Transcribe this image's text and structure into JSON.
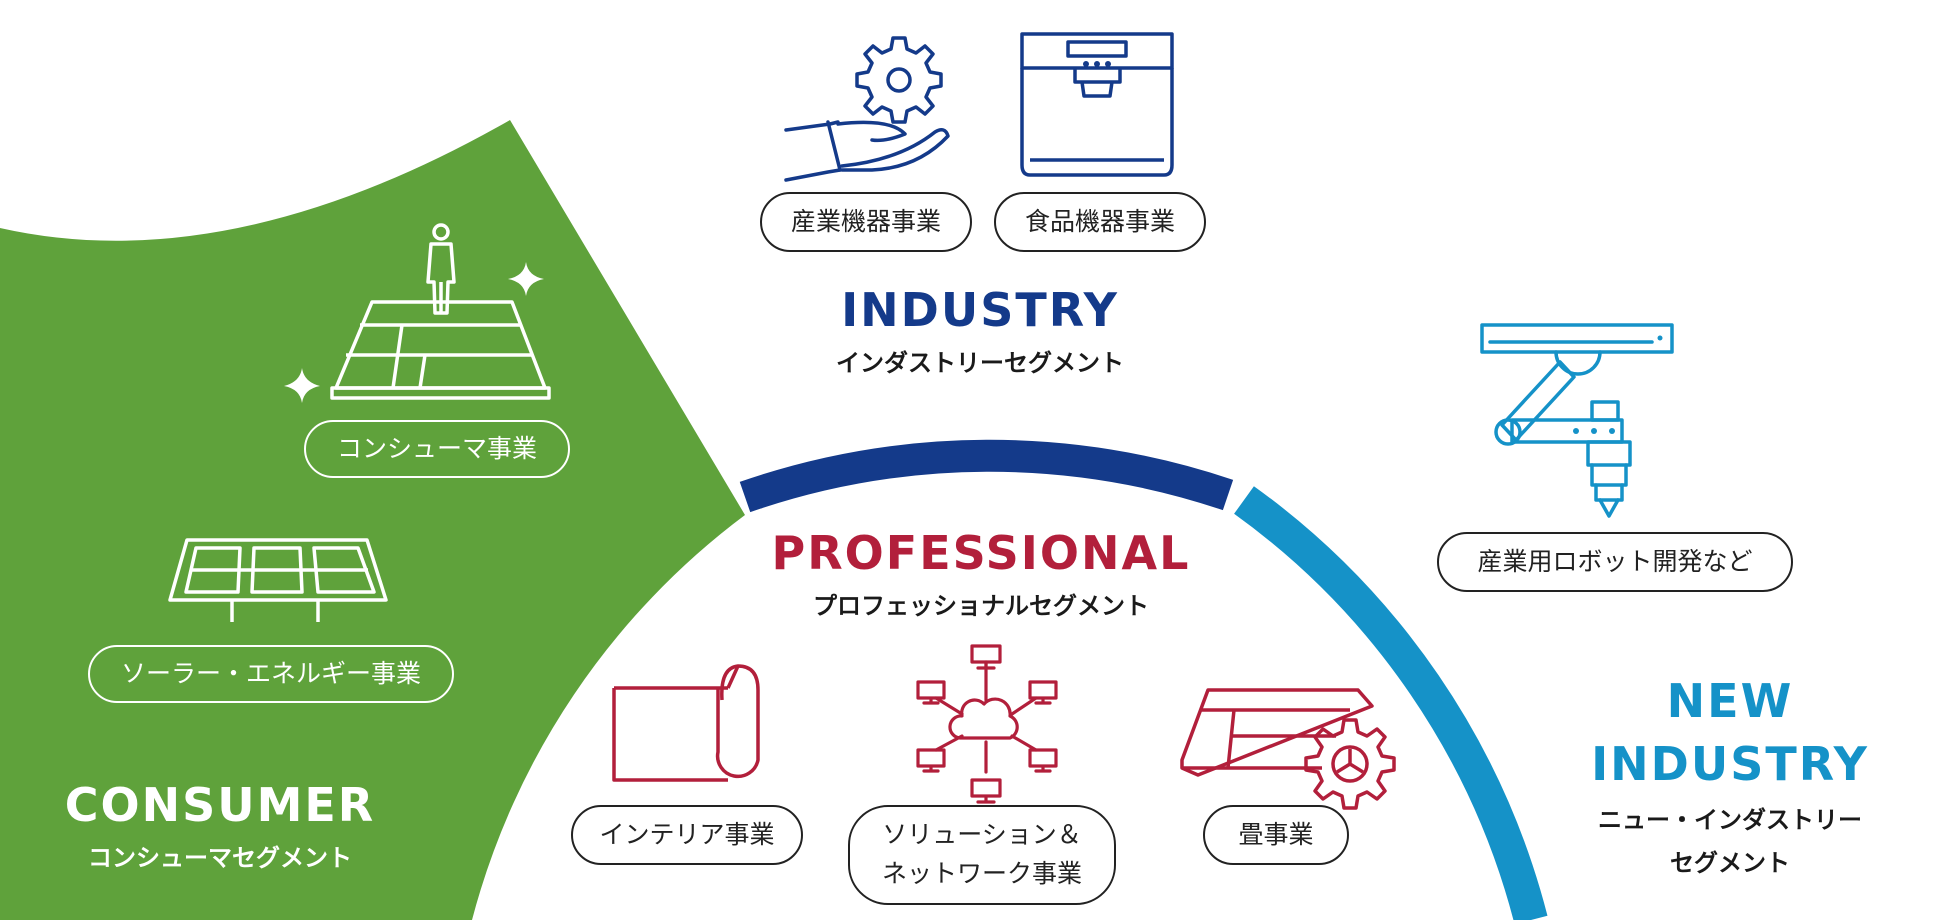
{
  "colors": {
    "consumer": "#5fa23b",
    "industry": "#143a8a",
    "professional": "#b21f3b",
    "new_industry": "#1592c8"
  },
  "segments": {
    "consumer": {
      "en": "CONSUMER",
      "ja": "コンシューマセグメント"
    },
    "industry": {
      "en": "INDUSTRY",
      "ja": "インダストリーセグメント"
    },
    "professional": {
      "en": "PROFESSIONAL",
      "ja": "プロフェッショナルセグメント"
    },
    "new_industry": {
      "en_line1": "NEW",
      "en_line2": "INDUSTRY",
      "ja_line1": "ニュー・インダストリー",
      "ja_line2": "セグメント"
    }
  },
  "businesses": {
    "consumer": "コンシューマ事業",
    "solar": "ソーラー・エネルギー事業",
    "industrial_equipment": "産業機器事業",
    "food_equipment": "食品機器事業",
    "interior": "インテリア事業",
    "solution_line1": "ソリューション＆",
    "solution_line2": "ネットワーク事業",
    "tatami": "畳事業",
    "robot": "産業用ロボット開発など"
  },
  "icons": [
    "tatami-person-icon",
    "sparkle-icon",
    "solar-panel-icon",
    "gear-hand-icon",
    "food-machine-icon",
    "robot-arm-icon",
    "interior-roll-icon",
    "cloud-network-icon",
    "tatami-gear-icon"
  ]
}
